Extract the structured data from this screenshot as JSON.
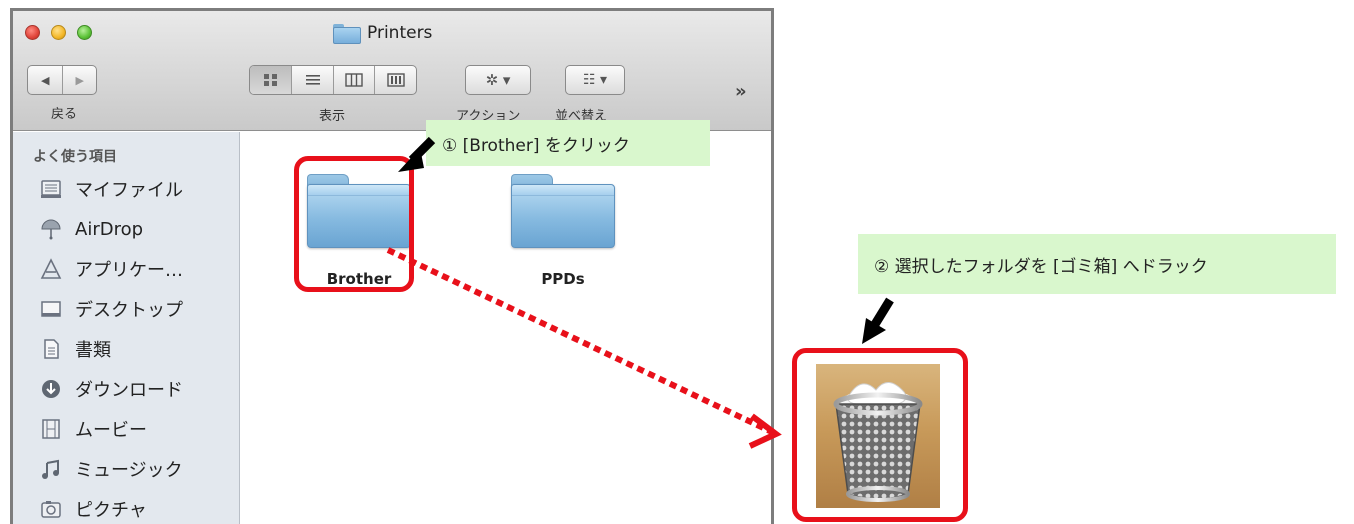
{
  "window": {
    "title": "Printers",
    "toolbar": {
      "back_label": "戻る",
      "view_label": "表示",
      "action_label": "アクション",
      "sort_label": "並べ替え",
      "overflow_label": "»",
      "back_glyph": "◀",
      "forward_glyph": "▶",
      "action_glyph": "✲ ▾",
      "sort_glyph": "☷ ▾"
    }
  },
  "sidebar": {
    "section_header": "よく使う項目",
    "items": [
      {
        "label": "マイファイル",
        "icon": "all-my-files-icon"
      },
      {
        "label": "AirDrop",
        "icon": "airdrop-icon"
      },
      {
        "label": "アプリケー…",
        "icon": "applications-icon"
      },
      {
        "label": "デスクトップ",
        "icon": "desktop-icon"
      },
      {
        "label": "書類",
        "icon": "documents-icon"
      },
      {
        "label": "ダウンロード",
        "icon": "downloads-icon"
      },
      {
        "label": "ムービー",
        "icon": "movies-icon"
      },
      {
        "label": "ミュージック",
        "icon": "music-icon"
      },
      {
        "label": "ピクチャ",
        "icon": "pictures-icon"
      }
    ]
  },
  "content": {
    "folders": [
      {
        "name": "Brother"
      },
      {
        "name": "PPDs"
      }
    ]
  },
  "annotations": {
    "step1": "① [Brother] をクリック",
    "step2": "② 選択したフォルダを [ゴミ箱] へドラック"
  },
  "colors": {
    "highlight": "#e8101a",
    "callout_bg": "#d9f7cd",
    "arrow": "#000000"
  }
}
